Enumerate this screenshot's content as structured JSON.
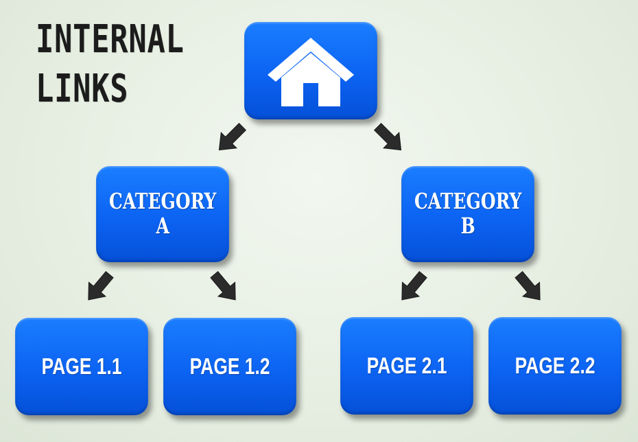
{
  "title": {
    "line1": "INTERNAL",
    "line2": "LINKS"
  },
  "home": {
    "icon": "home-icon"
  },
  "categories": [
    {
      "line1": "CATEGORY",
      "line2": "A"
    },
    {
      "line1": "CATEGORY",
      "line2": "B"
    }
  ],
  "pages": [
    {
      "label": "PAGE 1.1"
    },
    {
      "label": "PAGE 1.2"
    },
    {
      "label": "PAGE 2.1"
    },
    {
      "label": "PAGE 2.2"
    }
  ],
  "colors": {
    "node_blue": "#0c63f2",
    "arrow": "#2b2b2b",
    "background": "#e7efe3",
    "text": "#ffffff"
  }
}
